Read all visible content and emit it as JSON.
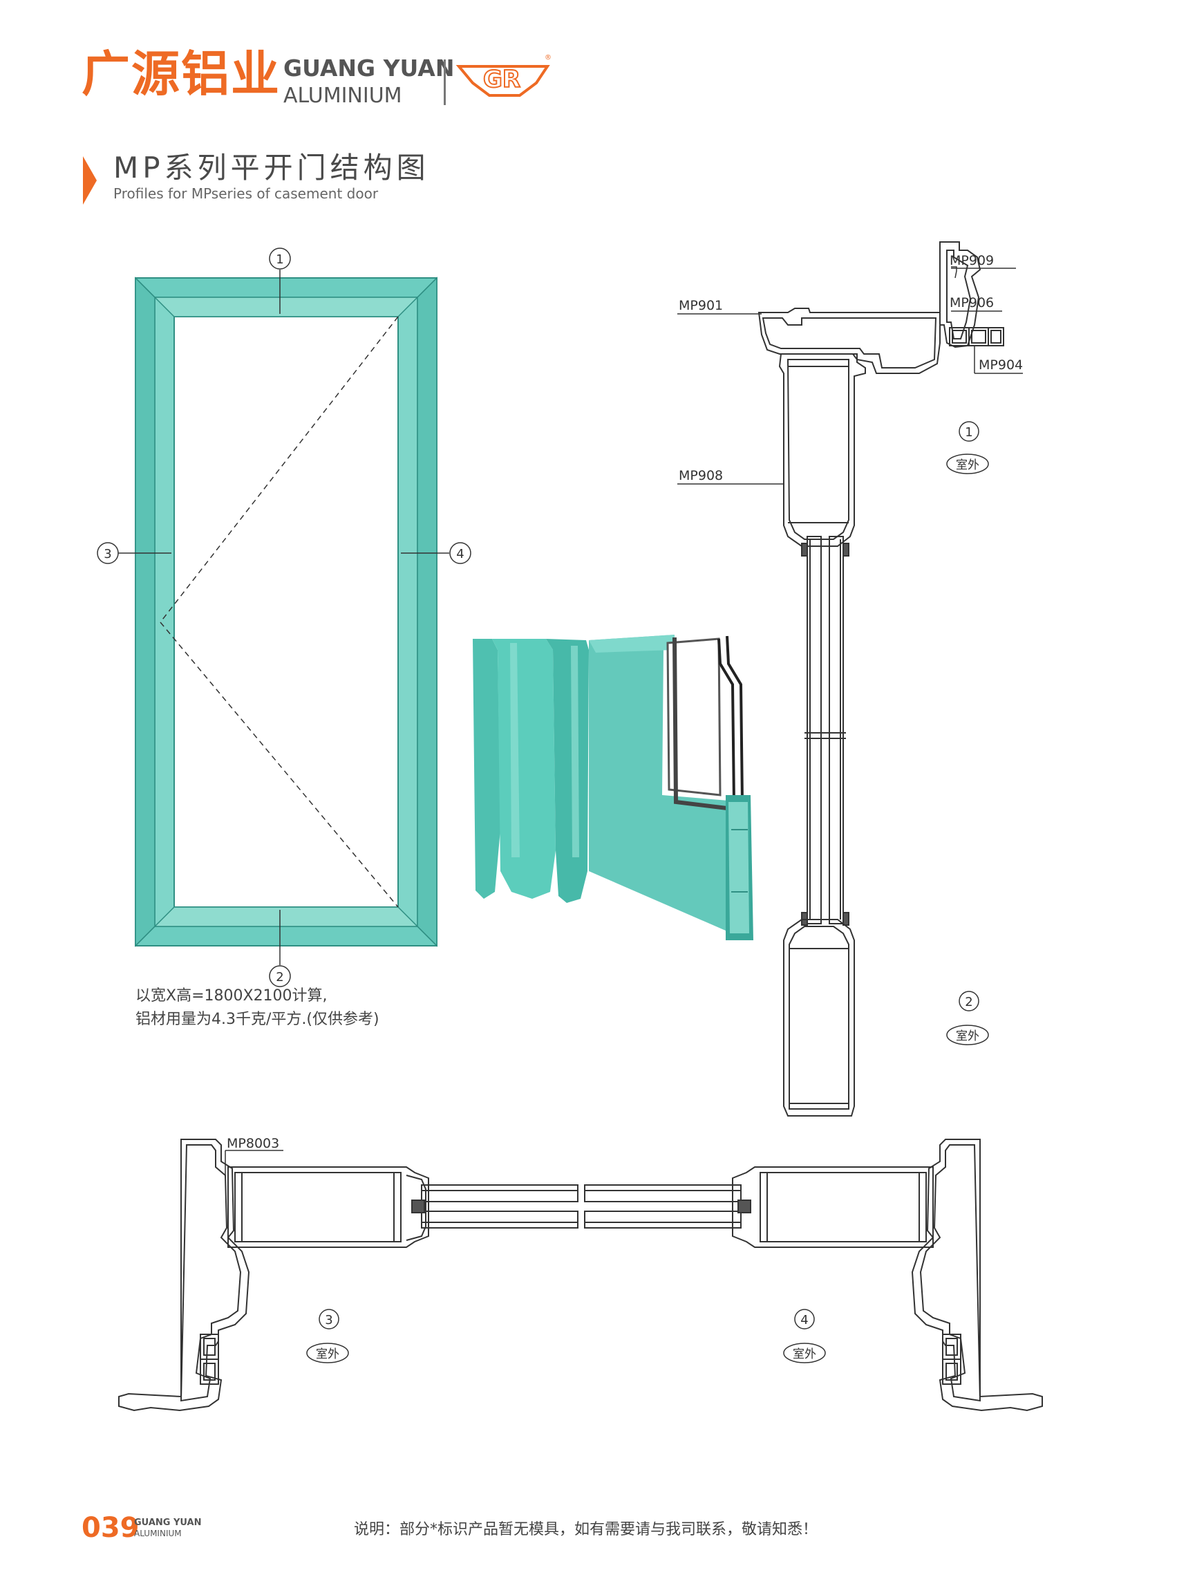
{
  "header": {
    "brand_cn": "广源铝业",
    "brand_en_line1": "GUANG YUAN",
    "brand_en_line2": "ALUMINIUM",
    "logo_text": "GR",
    "registered_mark": "®"
  },
  "section": {
    "title_cn": "MP系列平开门结构图",
    "title_en": "Profiles for MPseries of casement door"
  },
  "elevation": {
    "markers": [
      "1",
      "2",
      "3",
      "4"
    ],
    "note_line1": "以宽X高=1800X2100计算,",
    "note_line2": "铝材用量为4.3千克/平方.(仅供参考)"
  },
  "sections": {
    "labels": {
      "mp909": "MP909",
      "mp901": "MP901",
      "mp906": "MP906",
      "mp904": "MP904",
      "mp908": "MP908",
      "mp8003": "MP8003"
    },
    "outdoor_label": "室外",
    "section_numbers": [
      "1",
      "2",
      "3",
      "4"
    ]
  },
  "colors": {
    "brand_orange": "#ee6a24",
    "frame_teal": "#6ccdc0",
    "frame_teal_dark": "#3aa89a"
  },
  "footer": {
    "page_number": "039",
    "brand_en_line1": "GUANG YUAN",
    "brand_en_line2": "ALUMINIUM",
    "note": "说明：部分*标识产品暂无模具，如有需要请与我司联系，敬请知悉！"
  }
}
